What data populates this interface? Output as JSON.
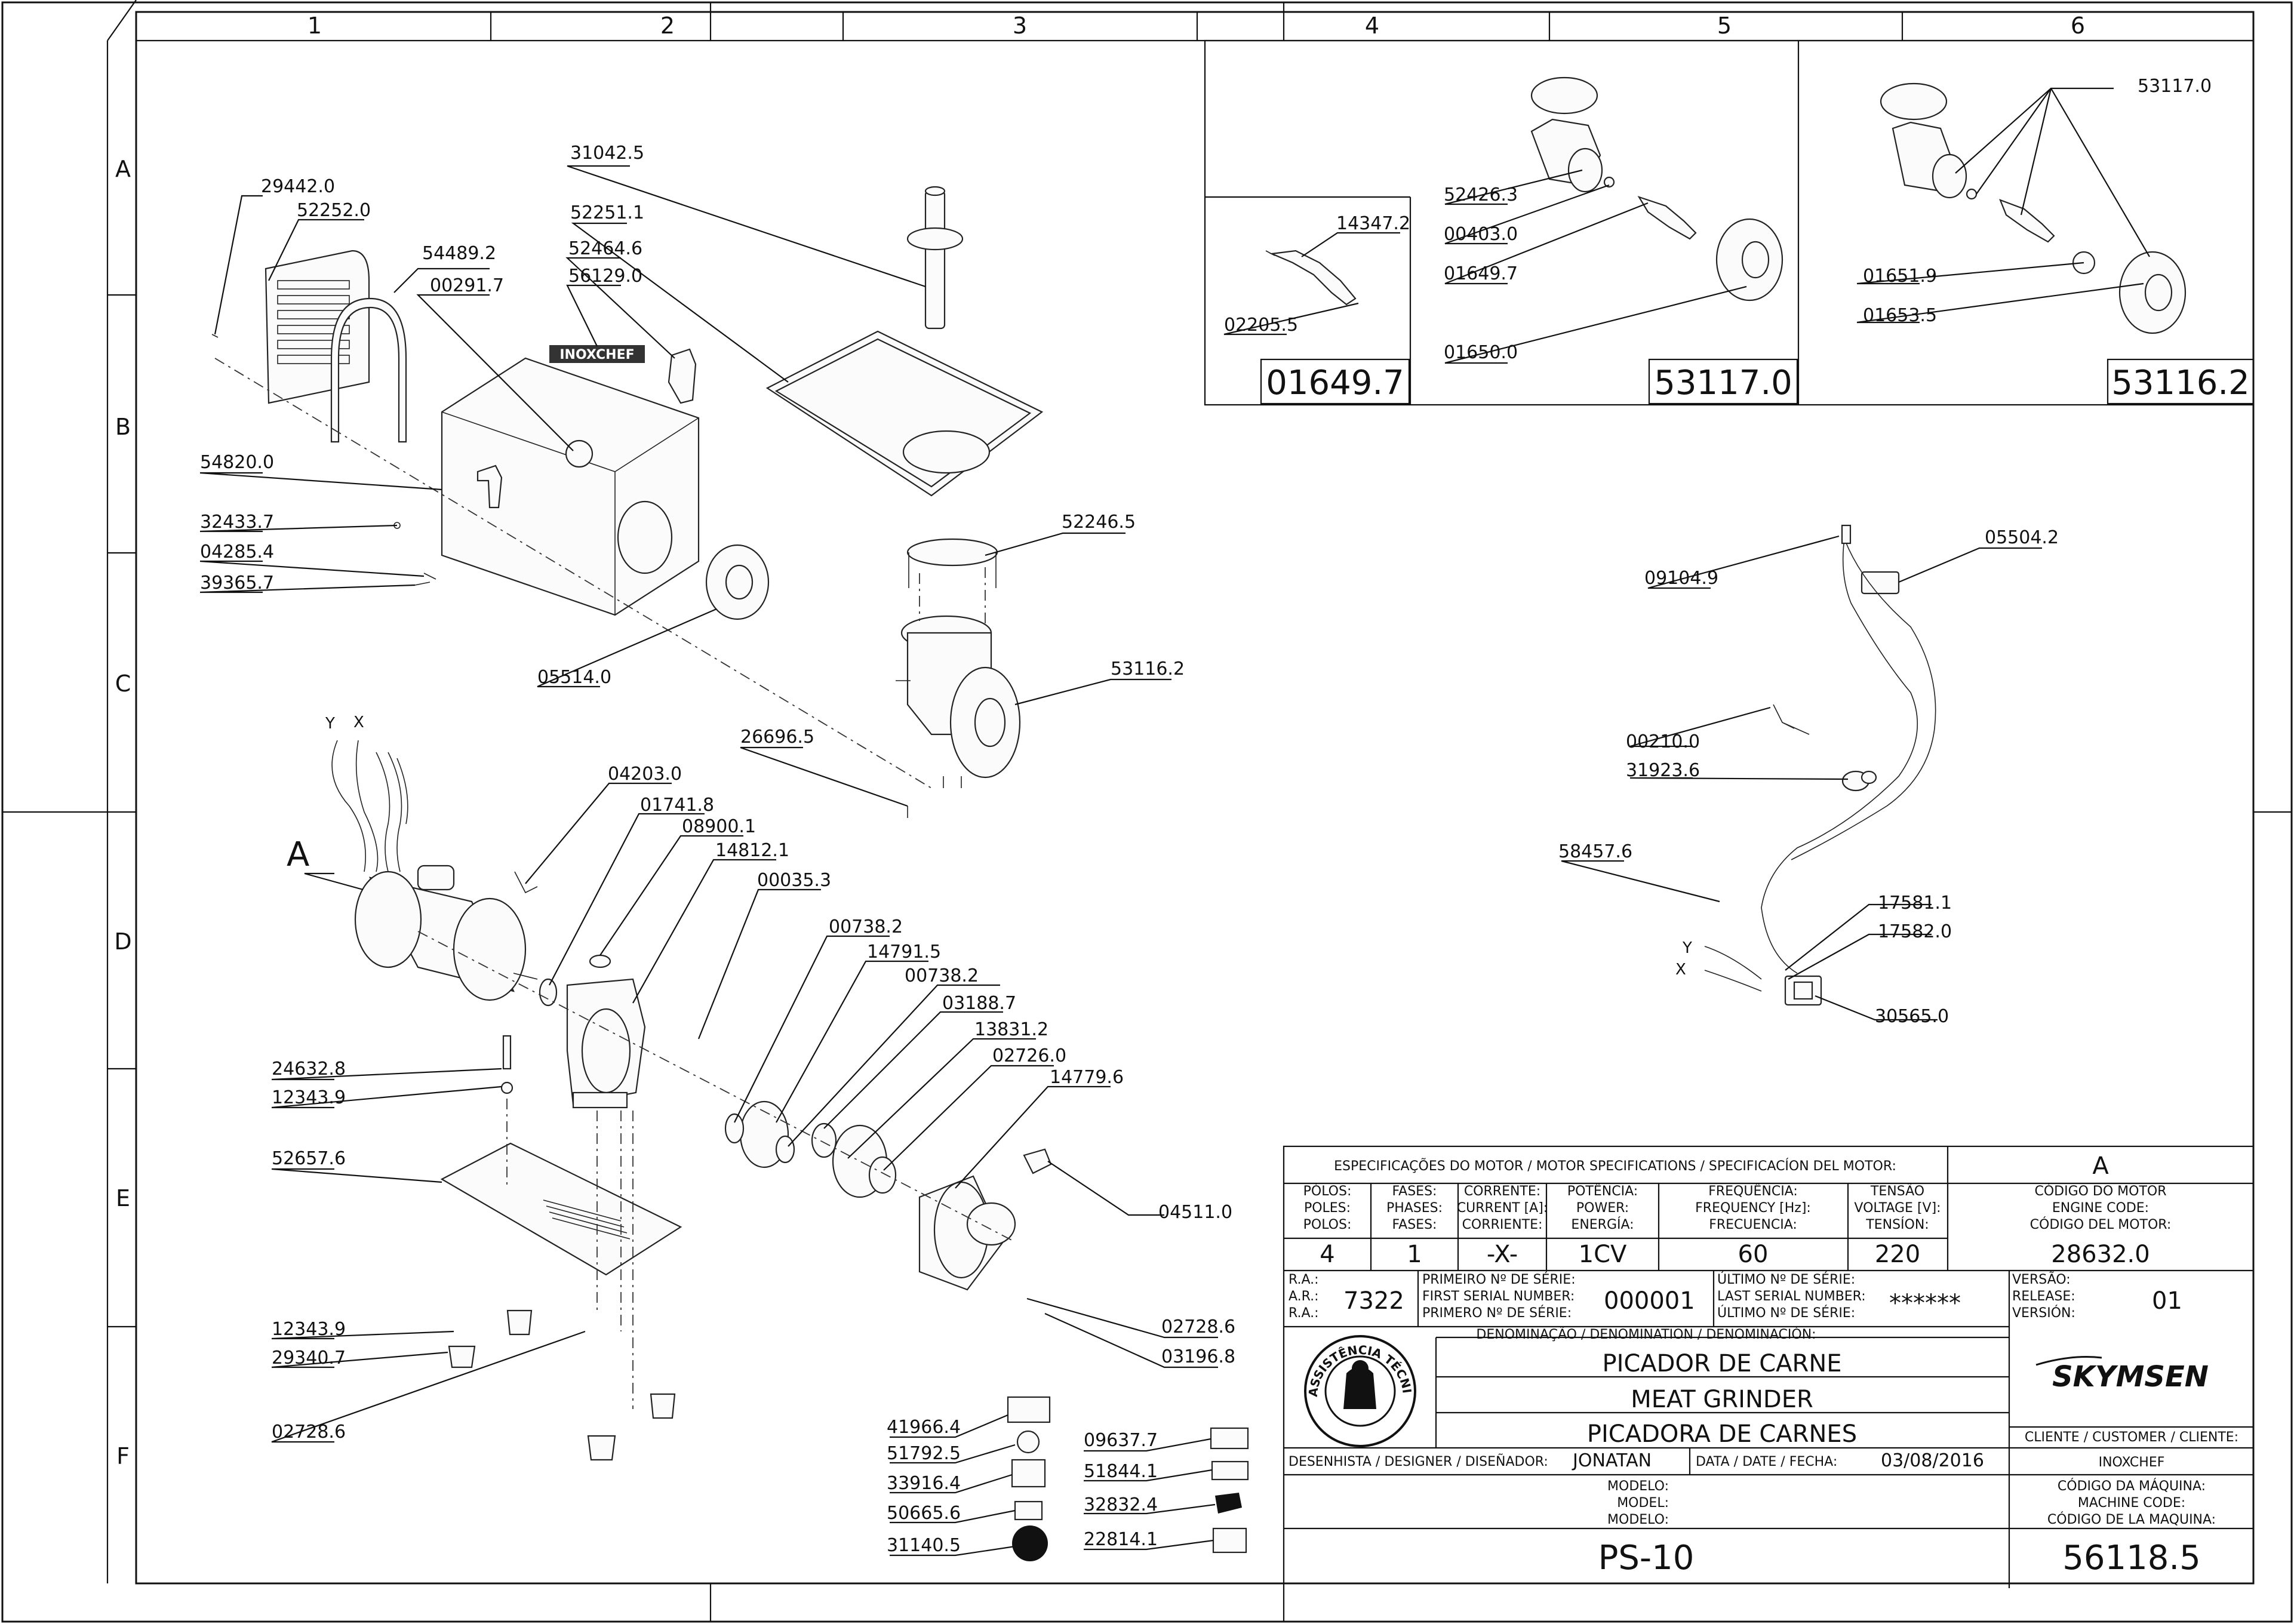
{
  "grid": {
    "columns": [
      "1",
      "2",
      "3",
      "4",
      "5",
      "6"
    ],
    "rows": [
      "A",
      "B",
      "C",
      "D",
      "E",
      "F"
    ]
  },
  "callouts": {
    "tr29442": "29442.0",
    "tr52252": "52252.0",
    "tr54489": "54489.2",
    "tr00291": "00291.7",
    "tr31042": "31042.5",
    "tr52251": "52251.1",
    "tr52464": "52464.6",
    "tr56129": "56129.0",
    "tr54820": "54820.0",
    "tr32433": "32433.7",
    "tr04285": "04285.4",
    "tr39365": "39365.7",
    "tr05514": "05514.0",
    "tr52246": "52246.5",
    "tr53116": "53116.2",
    "tr26696": "26696.5",
    "m04203": "04203.0",
    "m01741": "01741.8",
    "m08900": "08900.1",
    "m14812": "14812.1",
    "m00035": "00035.3",
    "m00738a": "00738.2",
    "m14791": "14791.5",
    "m00738b": "00738.2",
    "m03188": "03188.7",
    "m13831": "13831.2",
    "m02726": "02726.0",
    "m14779": "14779.6",
    "m24632": "24632.8",
    "m12343a": "12343.9",
    "m52657": "52657.6",
    "m04511": "04511.0",
    "m12343b": "12343.9",
    "m29340": "29340.7",
    "m02728a": "02728.6",
    "m02728b": "02728.6",
    "m03196": "03196.8",
    "l41966": "41966.4",
    "l51792": "51792.5",
    "l33916": "33916.4",
    "l50665": "50665.6",
    "l31140": "31140.5",
    "l09637": "09637.7",
    "l51844": "51844.1",
    "l32832": "32832.4",
    "l22814": "22814.1",
    "p14347": "14347.2",
    "p02205": "02205.5",
    "p52426": "52426.3",
    "p00403": "00403.0",
    "p01649": "01649.7",
    "p01650": "01650.0",
    "p53117": "53117.0",
    "p01651": "01651.9",
    "p01653": "01653.5",
    "e09104": "09104.9",
    "e05504": "05504.2",
    "e00210": "00210.0",
    "e31923": "31923.6",
    "e58457": "58457.6",
    "e17581": "17581.1",
    "e17582": "17582.0",
    "e30565": "30565.0",
    "motorA": "A",
    "wireY": "Y",
    "wireX": "X",
    "wireY2": "Y",
    "wireX2": "X",
    "brand_plate": "INOXCHEF"
  },
  "panels": {
    "p1_code": "01649.7",
    "p2_code": "53117.0",
    "p3_code": "53116.2"
  },
  "title_block": {
    "motor_spec_header": "ESPECIFICAÇÕES DO MOTOR / MOTOR SPECIFICATIONS / SPECIFICACÍON DEL MOTOR:",
    "motor_letter": "A",
    "col_poles": [
      "PÓLOS:",
      "POLES:",
      "POLOS:"
    ],
    "col_phases": [
      "FASES:",
      "PHASES:",
      "FASES:"
    ],
    "col_current": [
      "CORRENTE:",
      "CURRENT [A]:",
      "CORRIENTE:"
    ],
    "col_power": [
      "POTÊNCIA:",
      "POWER:",
      "ENERGÍA:"
    ],
    "col_freq": [
      "FREQUÊNCIA:",
      "FREQUENCY [Hz]:",
      "FRECUENCIA:"
    ],
    "col_volt": [
      "TENSÃO",
      "VOLTAGE [V]:",
      "TENSÍON:"
    ],
    "col_motor_code": [
      "CÓDIGO DO MOTOR",
      "ENGINE CODE:",
      "CÓDIGO DEL MOTOR:"
    ],
    "val_poles": "4",
    "val_phases": "1",
    "val_current": "-X-",
    "val_power": "1CV",
    "val_freq": "60",
    "val_volt": "220",
    "val_motor_code": "28632.0",
    "ra_labels": [
      "R.A.:",
      "A.R.:",
      "R.A.:"
    ],
    "ra_value": "7322",
    "first_serial_labels": [
      "PRIMEIRO Nº DE SÉRIE:",
      "FIRST SERIAL NUMBER:",
      "PRIMERO Nº DE SÉRIE:"
    ],
    "first_serial_value": "000001",
    "last_serial_labels": [
      "ÚLTIMO Nº DE SÉRIE:",
      "LAST SERIAL NUMBER:",
      "ÚLTIMO Nº DE SÉRIE:"
    ],
    "last_serial_value": "******",
    "version_labels": [
      "VERSÃO:",
      "RELEASE:",
      "VERSIÓN:"
    ],
    "version_value": "01",
    "denomination_header": "DENOMINAÇÃO / DENOMINATION / DENOMINACIÓN:",
    "name_pt": "PICADOR DE CARNE",
    "name_en": "MEAT GRINDER",
    "name_es": "PICADORA DE CARNES",
    "seal_text": "ASSISTÊNCIA TÉCNICA AUTORIZADA",
    "brand": "SKYMSEN",
    "client_label": "CLIENTE / CUSTOMER / CLIENTE:",
    "client_value": "INOXCHEF",
    "designer_label": "DESENHISTA / DESIGNER / DISEÑADOR:",
    "designer_value": "JONATAN",
    "date_label": "DATA / DATE / FECHA:",
    "date_value": "03/08/2016",
    "model_labels": [
      "MODELO:",
      "MODEL:",
      "MODELO:"
    ],
    "machine_code_labels": [
      "CÓDIGO DA MÁQUINA:",
      "MACHINE CODE:",
      "CÓDIGO DE LA MAQUINA:"
    ],
    "model_value": "PS-10",
    "machine_code_value": "56118.5"
  },
  "colors": {
    "ink": "#111111",
    "paper": "#ffffff"
  }
}
